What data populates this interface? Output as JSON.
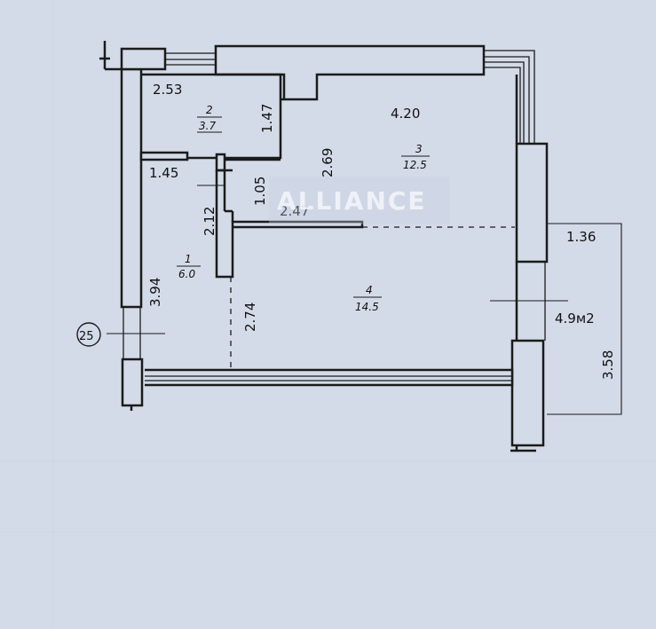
{
  "plan": {
    "watermark": "ALLIANCE",
    "marker": "25",
    "balcony_area": "4.9м2",
    "rooms": [
      {
        "number": "1",
        "area": "6.0"
      },
      {
        "number": "2",
        "area": "3.7"
      },
      {
        "number": "3",
        "area": "12.5"
      },
      {
        "number": "4",
        "area": "14.5"
      }
    ],
    "dimensions": [
      "2.53",
      "1.47",
      "4.20",
      "2.69",
      "1.45",
      "1.05",
      "2.12",
      "2.47",
      "1.36",
      "3.94",
      "2.74",
      "3.58"
    ]
  }
}
